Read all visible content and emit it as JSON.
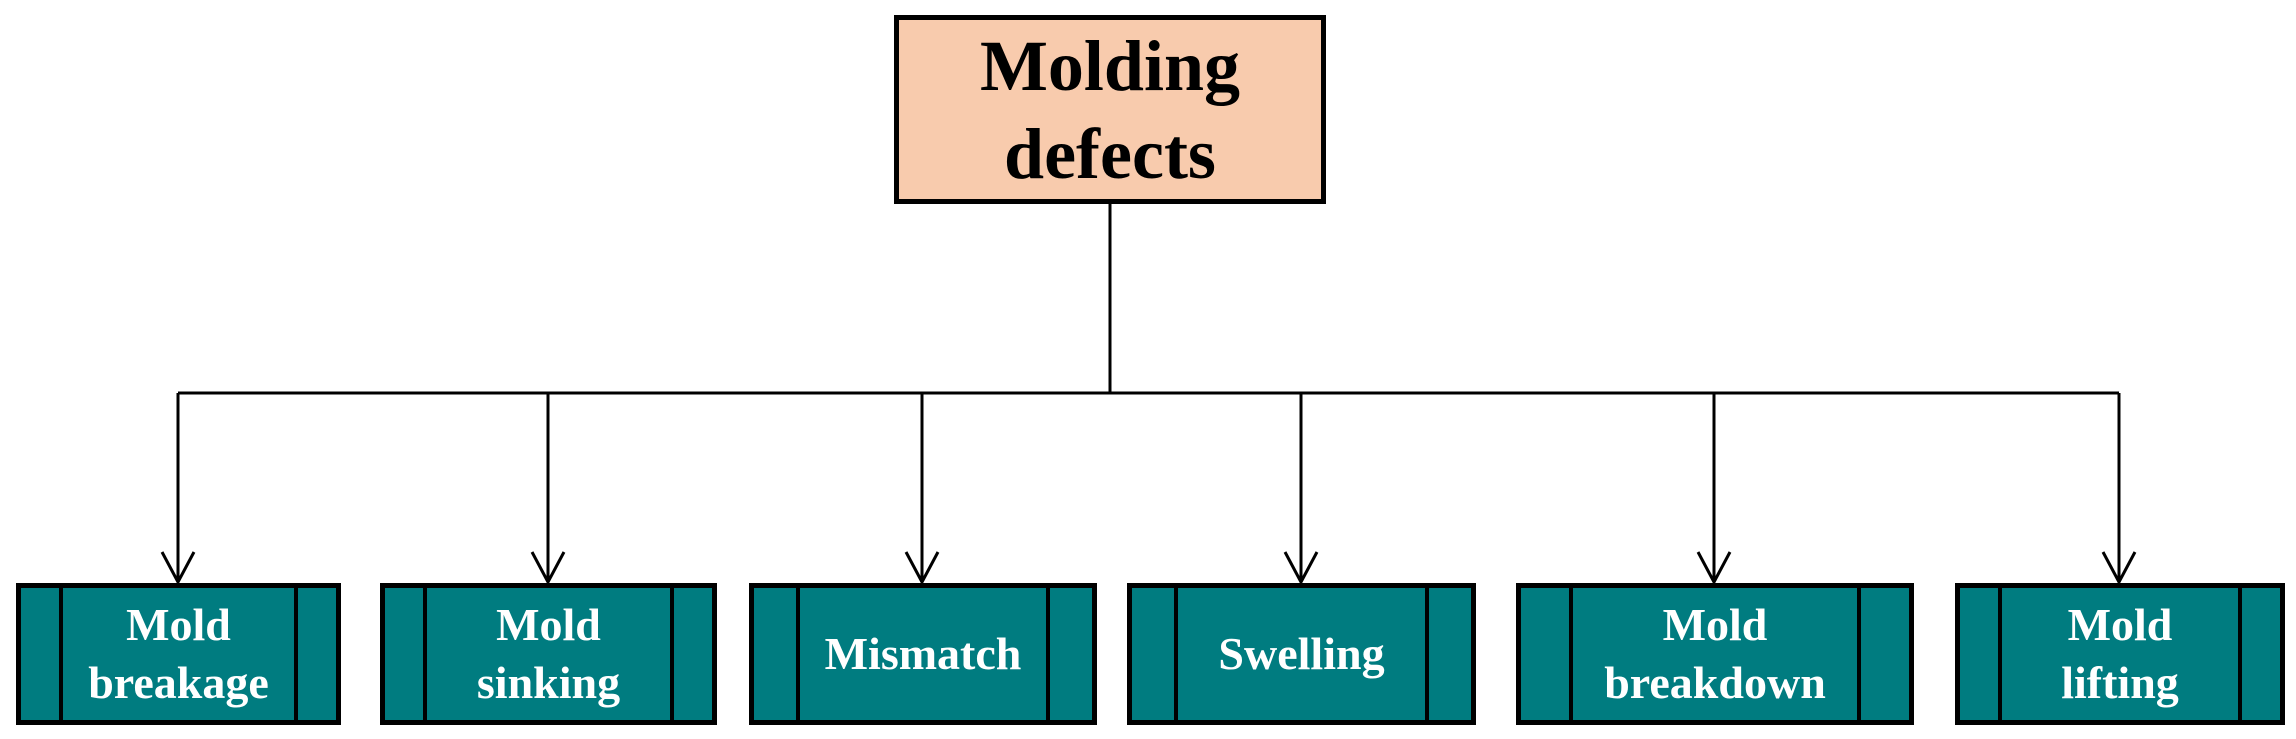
{
  "colors": {
    "root_fill": "#F8CBAD",
    "leaf_fill": "#007C80",
    "stroke": "#000000",
    "leaf_text": "#FFFFFF"
  },
  "root": {
    "label": "Molding\ndefects"
  },
  "children": [
    {
      "label": "Mold\nbreakage"
    },
    {
      "label": "Mold\nsinking"
    },
    {
      "label": "Mismatch"
    },
    {
      "label": "Swelling"
    },
    {
      "label": "Mold\nbreakdown"
    },
    {
      "label": "Mold\nlifting"
    }
  ]
}
